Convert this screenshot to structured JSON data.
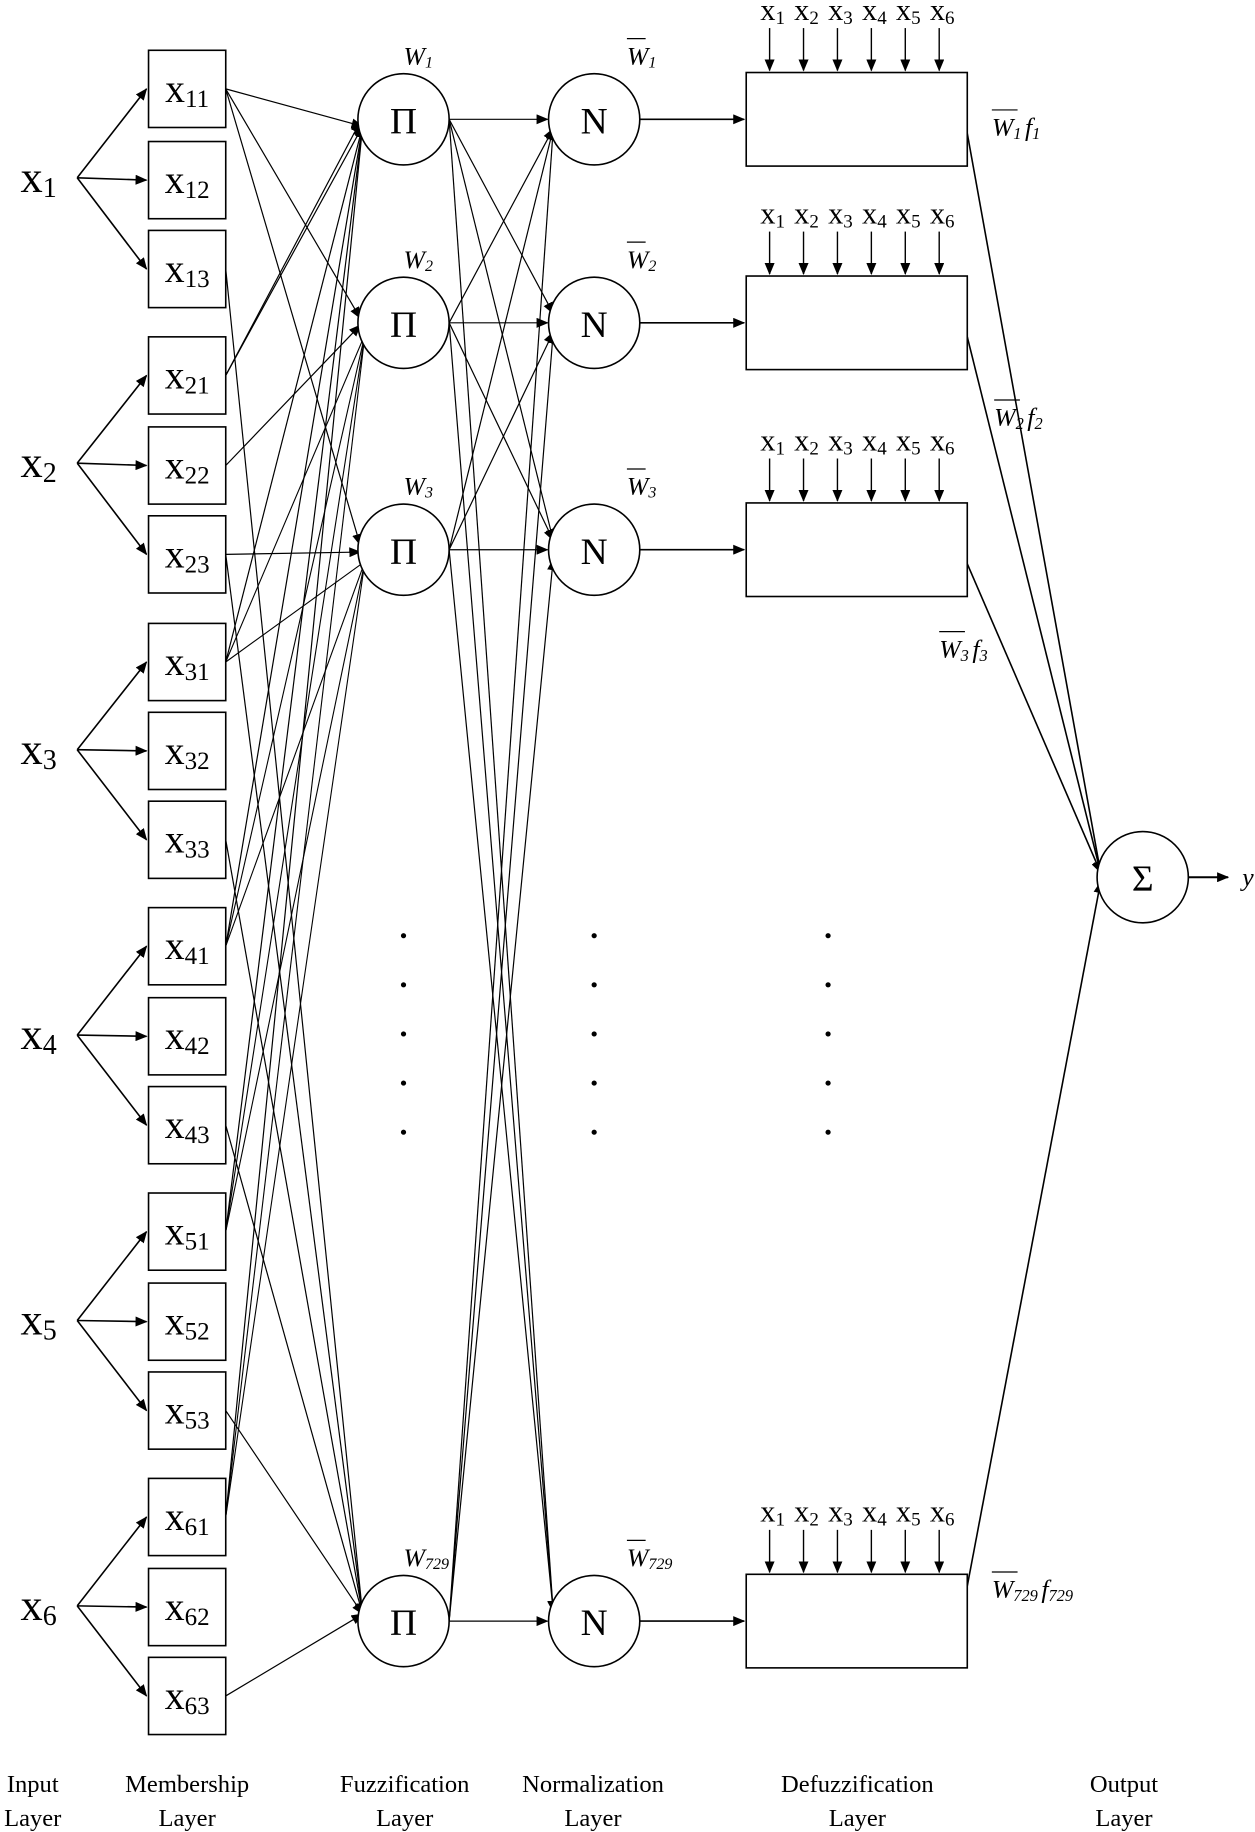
{
  "inputs": [
    {
      "name": "x",
      "sub": "1"
    },
    {
      "name": "x",
      "sub": "2"
    },
    {
      "name": "x",
      "sub": "3"
    },
    {
      "name": "x",
      "sub": "4"
    },
    {
      "name": "x",
      "sub": "5"
    },
    {
      "name": "x",
      "sub": "6"
    }
  ],
  "membership": [
    [
      "11",
      "12",
      "13"
    ],
    [
      "21",
      "22",
      "23"
    ],
    [
      "31",
      "32",
      "33"
    ],
    [
      "41",
      "42",
      "43"
    ],
    [
      "51",
      "52",
      "53"
    ],
    [
      "61",
      "62",
      "63"
    ]
  ],
  "rules": [
    {
      "product_symbol": "Π",
      "weight": "W",
      "weight_sub": "1",
      "norm_symbol": "N",
      "norm_weight": "W",
      "norm_sub": "1",
      "output": "W",
      "output_w_sub": "1",
      "output_f": "f",
      "output_f_sub": "1"
    },
    {
      "product_symbol": "Π",
      "weight": "W",
      "weight_sub": "2",
      "norm_symbol": "N",
      "norm_weight": "W",
      "norm_sub": "2",
      "output": "W",
      "output_w_sub": "2",
      "output_f": "f",
      "output_f_sub": "2"
    },
    {
      "product_symbol": "Π",
      "weight": "W",
      "weight_sub": "3",
      "norm_symbol": "N",
      "norm_weight": "W",
      "norm_sub": "3",
      "output": "W",
      "output_w_sub": "3",
      "output_f": "f",
      "output_f_sub": "3"
    },
    {
      "product_symbol": "Π",
      "weight": "W",
      "weight_sub": "729",
      "norm_symbol": "N",
      "norm_weight": "W",
      "norm_sub": "729",
      "output": "W",
      "output_w_sub": "729",
      "output_f": "f",
      "output_f_sub": "729"
    }
  ],
  "defuzz_inputs": [
    "1",
    "2",
    "3",
    "4",
    "5",
    "6"
  ],
  "output_node": {
    "symbol": "Σ",
    "label": "y"
  },
  "layers": [
    {
      "line1": "Input",
      "line2": "Layer"
    },
    {
      "line1": "Membership",
      "line2": "Layer"
    },
    {
      "line1": "Fuzzification",
      "line2": "Layer"
    },
    {
      "line1": "Normalization",
      "line2": "Layer"
    },
    {
      "line1": "Defuzzification",
      "line2": "Layer"
    },
    {
      "line1": "Output",
      "line2": "Layer"
    }
  ],
  "colors": {
    "ink": "#000000",
    "background": "#ffffff"
  }
}
